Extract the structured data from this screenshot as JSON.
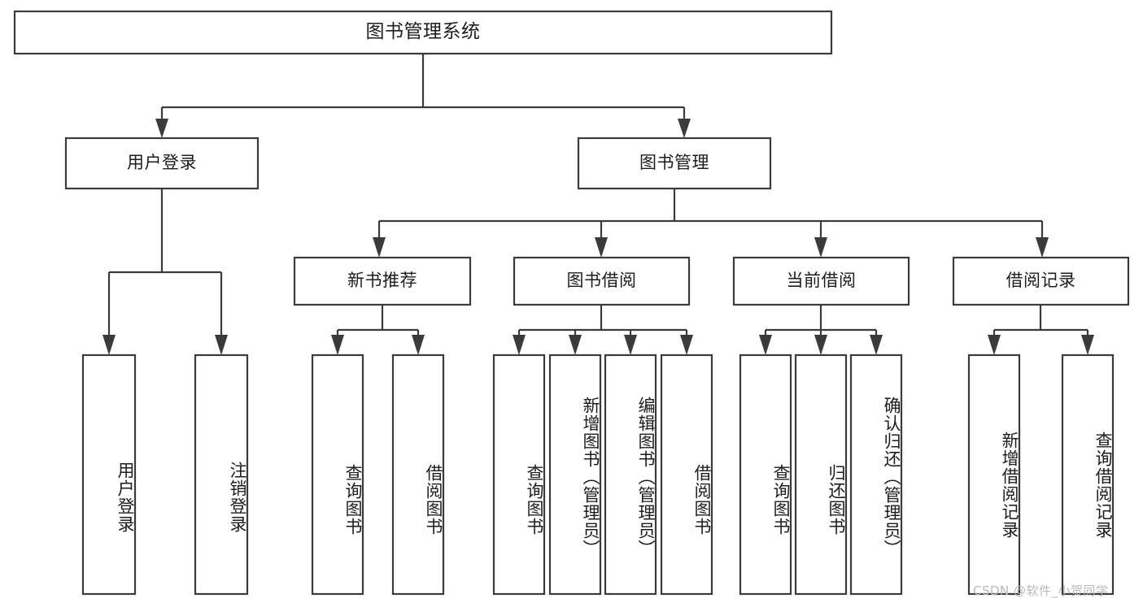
{
  "diagram": {
    "type": "hierarchy-tree",
    "title": "图书管理系统",
    "watermark": "CSDN @软件_小贺同学",
    "colors": {
      "box_stroke": "#3b3b3b",
      "box_fill": "#ffffff",
      "text": "#1c1c1c",
      "watermark": "#b9b9b9",
      "background": "#ffffff"
    },
    "levels": {
      "root": "图书管理系统",
      "level2": [
        "用户登录",
        "图书管理"
      ],
      "level3": [
        "新书推荐",
        "图书借阅",
        "当前借阅",
        "借阅记录"
      ]
    },
    "nodes": {
      "root": {
        "label": "图书管理系统"
      },
      "user_login": {
        "label": "用户登录"
      },
      "book_manage": {
        "label": "图书管理"
      },
      "new_book_rec": {
        "label": "新书推荐"
      },
      "book_borrow": {
        "label": "图书借阅"
      },
      "current_borrow": {
        "label": "当前借阅"
      },
      "borrow_record": {
        "label": "借阅记录"
      },
      "leaf_user_login": {
        "label": "用户登录"
      },
      "leaf_logout": {
        "label": "注销登录"
      },
      "leaf_query_book_1": {
        "label": "查询图书"
      },
      "leaf_borrow_book_1": {
        "label": "借阅图书"
      },
      "leaf_query_book_2": {
        "label": "查询图书"
      },
      "leaf_add_book": {
        "label": "新增图书（管理员）"
      },
      "leaf_edit_book": {
        "label": "编辑图书（管理员）"
      },
      "leaf_borrow_book_2": {
        "label": "借阅图书"
      },
      "leaf_query_book_3": {
        "label": "查询图书"
      },
      "leaf_return_book": {
        "label": "归还图书"
      },
      "leaf_confirm_return": {
        "label": "确认归还（管理员）"
      },
      "leaf_add_record": {
        "label": "新增借阅记录"
      },
      "leaf_query_record": {
        "label": "查询借阅记录"
      }
    },
    "edges": [
      {
        "from": "图书管理系统",
        "to": "用户登录"
      },
      {
        "from": "图书管理系统",
        "to": "图书管理"
      },
      {
        "from": "用户登录",
        "to": "用户登录"
      },
      {
        "from": "用户登录",
        "to": "注销登录"
      },
      {
        "from": "图书管理",
        "to": "新书推荐"
      },
      {
        "from": "图书管理",
        "to": "图书借阅"
      },
      {
        "from": "图书管理",
        "to": "当前借阅"
      },
      {
        "from": "图书管理",
        "to": "借阅记录"
      },
      {
        "from": "新书推荐",
        "to": "查询图书"
      },
      {
        "from": "新书推荐",
        "to": "借阅图书"
      },
      {
        "from": "图书借阅",
        "to": "查询图书"
      },
      {
        "from": "图书借阅",
        "to": "新增图书（管理员）"
      },
      {
        "from": "图书借阅",
        "to": "编辑图书（管理员）"
      },
      {
        "from": "图书借阅",
        "to": "借阅图书"
      },
      {
        "from": "当前借阅",
        "to": "查询图书"
      },
      {
        "from": "当前借阅",
        "to": "归还图书"
      },
      {
        "from": "当前借阅",
        "to": "确认归还（管理员）"
      },
      {
        "from": "借阅记录",
        "to": "新增借阅记录"
      },
      {
        "from": "借阅记录",
        "to": "查询借阅记录"
      }
    ]
  }
}
